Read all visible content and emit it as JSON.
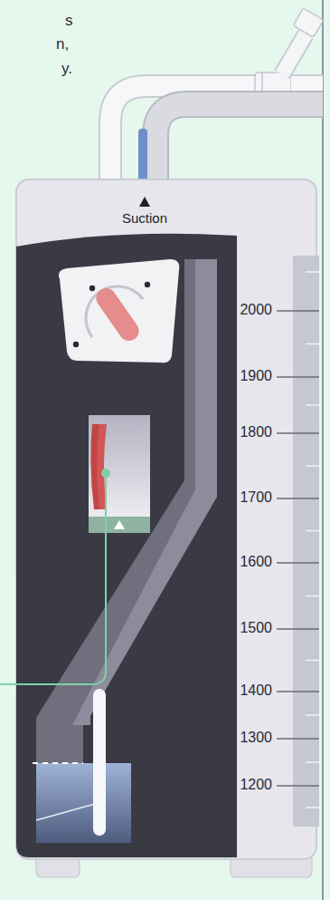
{
  "diagram": {
    "labels": [
      "s",
      "n,",
      "y.",
      "Suction",
      "2000",
      "1900",
      "1800",
      "1700",
      "1600",
      "1500",
      "1400",
      "1300",
      "1200"
    ]
  }
}
